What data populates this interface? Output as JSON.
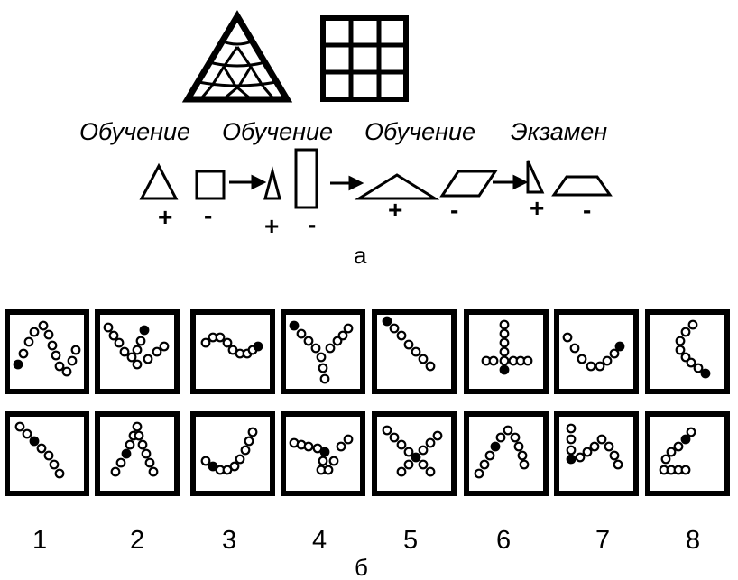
{
  "part_a": {
    "stage_labels": [
      "Обучение",
      "Обучение",
      "Обучение",
      "Экзамен"
    ],
    "signs": [
      "+",
      "-",
      "+",
      "-",
      "+",
      "-",
      "+",
      "-"
    ],
    "caption": "а"
  },
  "part_b": {
    "column_numbers": [
      "1",
      "2",
      "3",
      "4",
      "5",
      "6",
      "7",
      "8"
    ],
    "caption": "б"
  },
  "colors": {
    "ink": "#000000",
    "paper": "#ffffff"
  }
}
